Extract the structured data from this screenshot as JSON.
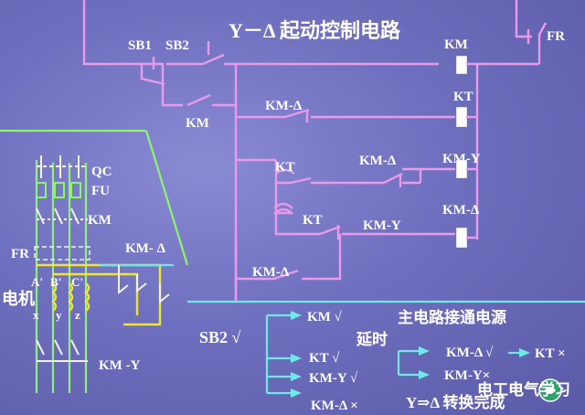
{
  "title": "Y－Δ 起动控制电路",
  "control_labels": {
    "sb1": "SB1",
    "sb2": "SB2",
    "km_hold": "KM",
    "km_delta_nc": "KM-Δ",
    "kt_nc": "KT",
    "km_delta_nc2": "KM-Δ",
    "kt_no": "KT",
    "km_y_nc": "KM-Y",
    "km_delta_no": "KM-Δ",
    "fr": "FR"
  },
  "coil_labels": {
    "km": "KM",
    "kt": "KT",
    "km_y": "KM-Y",
    "km_delta": "KM-Δ"
  },
  "main_labels": {
    "qc": "QC",
    "fu": "FU",
    "km": "KM",
    "fr": "FR",
    "km_delta": "KM- Δ",
    "motor": "电机",
    "a1": "A'",
    "b1": "B'",
    "c1": "C'",
    "x": "x",
    "y": "y",
    "z": "z",
    "km_y": "KM -Y"
  },
  "sequence": {
    "sb2": "SB2 √",
    "km": "KM √",
    "main_power": "主电路接通电源",
    "kt": "KT √",
    "delay": "延时",
    "km_y": "KM-Y √",
    "km_delta_off": "KM-Δ ×",
    "km_delta_on": "KM-Δ √",
    "kt_off": "KT ×",
    "km_y_off": "KM-Y×",
    "conversion": "Y⇒Δ 转换完成"
  },
  "watermark": "电工电气学习",
  "colors": {
    "background": "#6e6fbe",
    "control_wire": "#e99ae8",
    "main_wire_green": "#8df56a",
    "main_wire_yellow": "#f3e533",
    "flow_cyan": "#6fe9e8",
    "text": "#ffffff"
  }
}
